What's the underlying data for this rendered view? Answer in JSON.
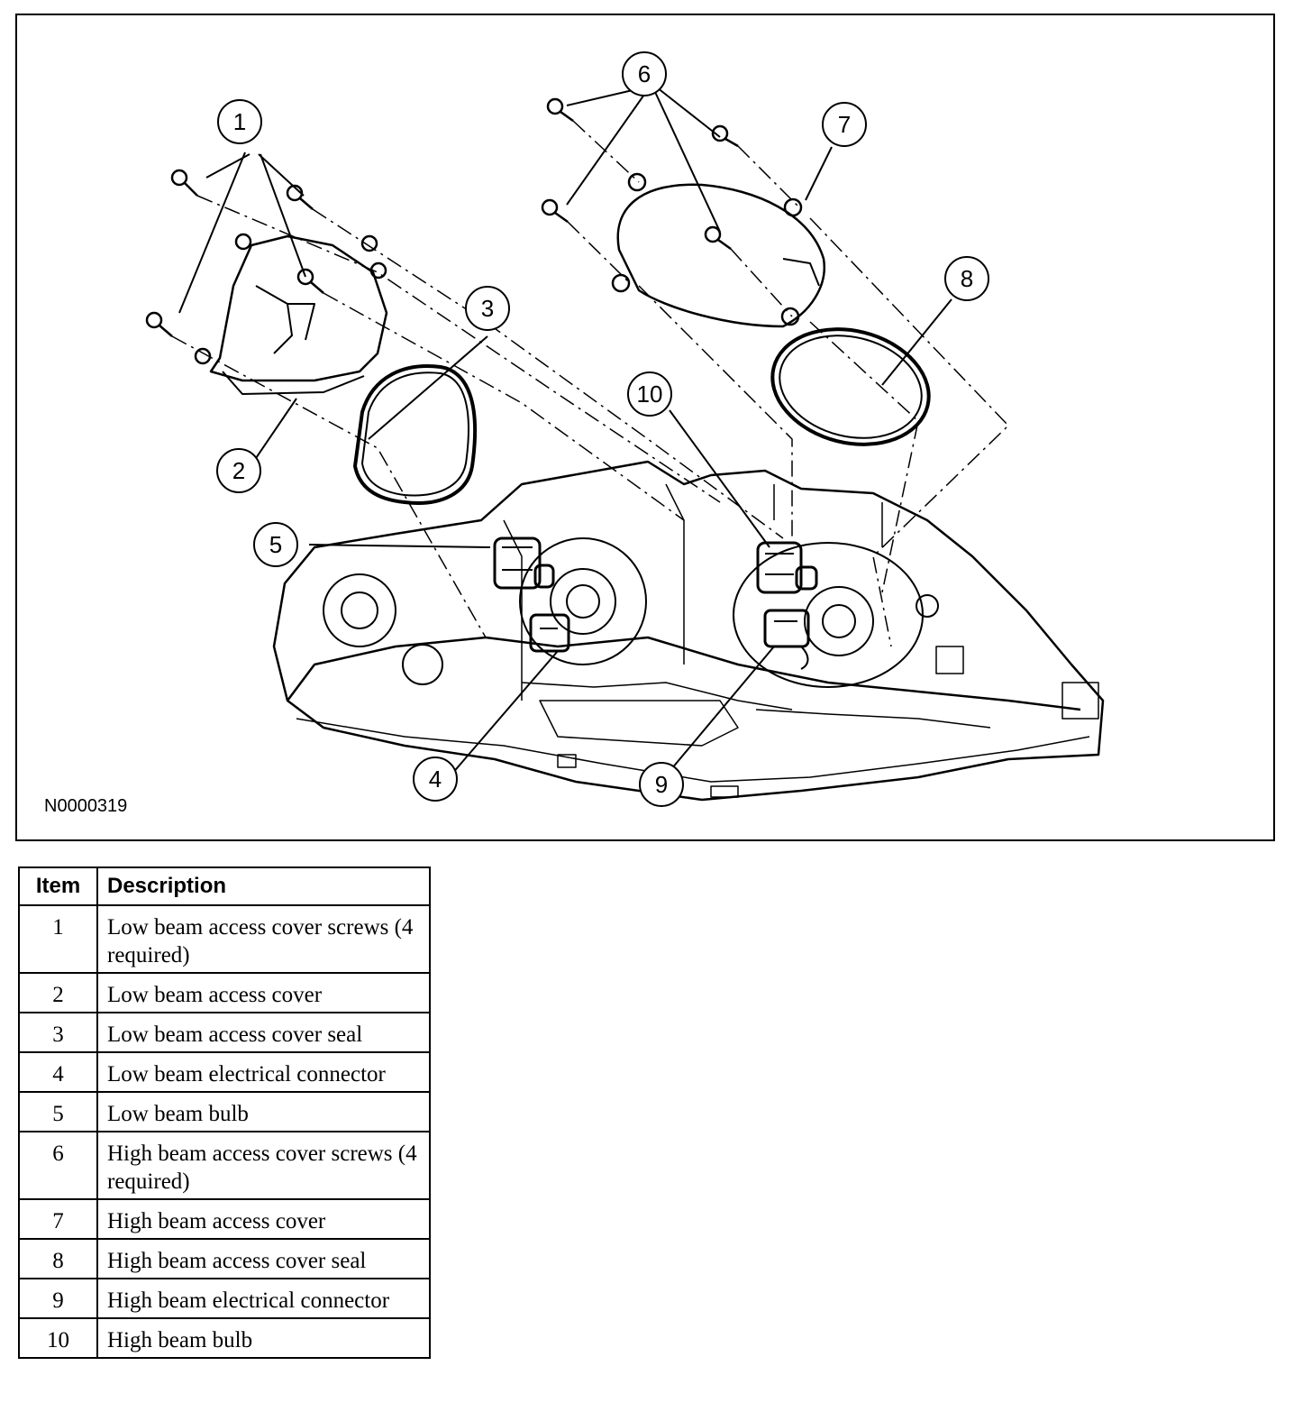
{
  "figure": {
    "id": "N0000319",
    "callouts": [
      "1",
      "2",
      "3",
      "4",
      "5",
      "6",
      "7",
      "8",
      "9",
      "10"
    ]
  },
  "legend": {
    "headers": {
      "item": "Item",
      "description": "Description"
    },
    "rows": [
      {
        "item": "1",
        "description": "Low beam access cover screws (4 required)"
      },
      {
        "item": "2",
        "description": "Low beam access cover"
      },
      {
        "item": "3",
        "description": "Low beam access cover seal"
      },
      {
        "item": "4",
        "description": "Low beam electrical connector"
      },
      {
        "item": "5",
        "description": "Low beam bulb"
      },
      {
        "item": "6",
        "description": "High beam access cover screws (4 required)"
      },
      {
        "item": "7",
        "description": "High beam access cover"
      },
      {
        "item": "8",
        "description": "High beam access cover seal"
      },
      {
        "item": "9",
        "description": "High beam electrical connector"
      },
      {
        "item": "10",
        "description": "High beam bulb"
      }
    ]
  }
}
